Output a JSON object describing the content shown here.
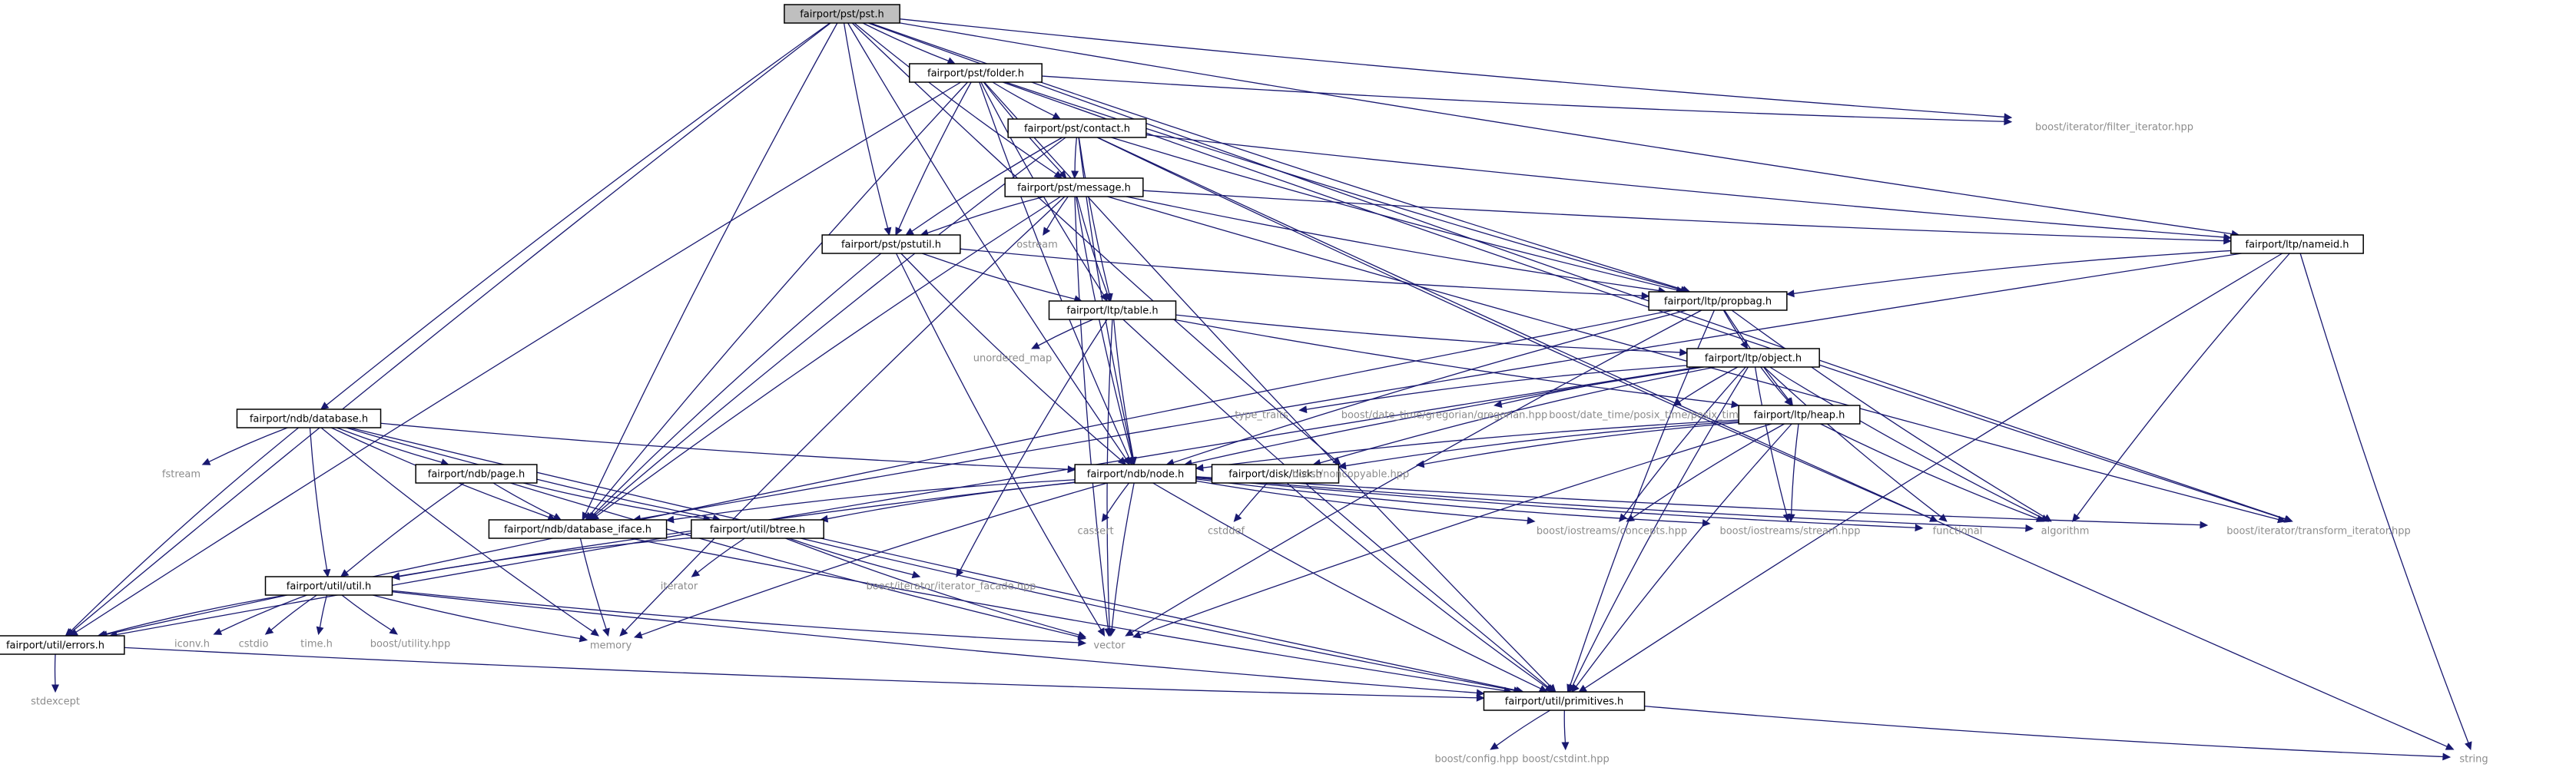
{
  "colors": {
    "edge": "#191970",
    "node_border": "#000000",
    "node_fill": "#ffffff",
    "root_fill": "#bfbfbf",
    "external_text": "#8c8c8c"
  },
  "nodes": [
    {
      "id": "pst",
      "label": "fairport/pst/pst.h",
      "kind": "root"
    },
    {
      "id": "folder",
      "label": "fairport/pst/folder.h",
      "kind": "boxed"
    },
    {
      "id": "filter_iter",
      "label": "boost/iterator/filter_iterator.hpp",
      "kind": "plain"
    },
    {
      "id": "contact",
      "label": "fairport/pst/contact.h",
      "kind": "boxed"
    },
    {
      "id": "message",
      "label": "fairport/pst/message.h",
      "kind": "boxed"
    },
    {
      "id": "ostream",
      "label": "ostream",
      "kind": "plain"
    },
    {
      "id": "pstutil",
      "label": "fairport/pst/pstutil.h",
      "kind": "boxed"
    },
    {
      "id": "nameid",
      "label": "fairport/ltp/nameid.h",
      "kind": "boxed"
    },
    {
      "id": "propbag",
      "label": "fairport/ltp/propbag.h",
      "kind": "boxed"
    },
    {
      "id": "table",
      "label": "fairport/ltp/table.h",
      "kind": "boxed"
    },
    {
      "id": "unordered_map",
      "label": "unordered_map",
      "kind": "plain"
    },
    {
      "id": "object",
      "label": "fairport/ltp/object.h",
      "kind": "boxed"
    },
    {
      "id": "type_traits",
      "label": "type_traits",
      "kind": "plain"
    },
    {
      "id": "gregorian",
      "label": "boost/date_time/gregorian/gregorian.hpp",
      "kind": "plain"
    },
    {
      "id": "posix_time",
      "label": "boost/date_time/posix_time/posix_time.hpp",
      "kind": "plain"
    },
    {
      "id": "heap",
      "label": "fairport/ltp/heap.h",
      "kind": "boxed"
    },
    {
      "id": "database",
      "label": "fairport/ndb/database.h",
      "kind": "boxed"
    },
    {
      "id": "fstream",
      "label": "fstream",
      "kind": "plain"
    },
    {
      "id": "page",
      "label": "fairport/ndb/page.h",
      "kind": "boxed"
    },
    {
      "id": "node",
      "label": "fairport/ndb/node.h",
      "kind": "boxed"
    },
    {
      "id": "disk",
      "label": "fairport/disk/disk.h",
      "kind": "boxed"
    },
    {
      "id": "noncopyable",
      "label": "boost/noncopyable.hpp",
      "kind": "plain"
    },
    {
      "id": "db_iface",
      "label": "fairport/ndb/database_iface.h",
      "kind": "boxed"
    },
    {
      "id": "btree",
      "label": "fairport/util/btree.h",
      "kind": "boxed"
    },
    {
      "id": "cassert",
      "label": "cassert",
      "kind": "plain"
    },
    {
      "id": "cstddef",
      "label": "cstddef",
      "kind": "plain"
    },
    {
      "id": "concepts",
      "label": "boost/iostreams/concepts.hpp",
      "kind": "plain"
    },
    {
      "id": "stream",
      "label": "boost/iostreams/stream.hpp",
      "kind": "plain"
    },
    {
      "id": "functional",
      "label": "functional",
      "kind": "plain"
    },
    {
      "id": "algorithm",
      "label": "algorithm",
      "kind": "plain"
    },
    {
      "id": "transform_iter",
      "label": "boost/iterator/transform_iterator.hpp",
      "kind": "plain"
    },
    {
      "id": "util",
      "label": "fairport/util/util.h",
      "kind": "boxed"
    },
    {
      "id": "iterator",
      "label": "iterator",
      "kind": "plain"
    },
    {
      "id": "iter_facade",
      "label": "boost/iterator/iterator_facade.hpp",
      "kind": "plain"
    },
    {
      "id": "iconv",
      "label": "iconv.h",
      "kind": "plain"
    },
    {
      "id": "cstdio",
      "label": "cstdio",
      "kind": "plain"
    },
    {
      "id": "time_h",
      "label": "time.h",
      "kind": "plain"
    },
    {
      "id": "utility",
      "label": "boost/utility.hpp",
      "kind": "plain"
    },
    {
      "id": "memory",
      "label": "memory",
      "kind": "plain"
    },
    {
      "id": "vector",
      "label": "vector",
      "kind": "plain"
    },
    {
      "id": "errors",
      "label": "fairport/util/errors.h",
      "kind": "boxed"
    },
    {
      "id": "stdexcept",
      "label": "stdexcept",
      "kind": "plain"
    },
    {
      "id": "primitives",
      "label": "fairport/util/primitives.h",
      "kind": "boxed"
    },
    {
      "id": "config",
      "label": "boost/config.hpp",
      "kind": "plain"
    },
    {
      "id": "cstdint",
      "label": "boost/cstdint.hpp",
      "kind": "plain"
    },
    {
      "id": "string",
      "label": "string",
      "kind": "plain"
    }
  ],
  "edges": [
    [
      "pst",
      "folder"
    ],
    [
      "pst",
      "filter_iter"
    ],
    [
      "pst",
      "message"
    ],
    [
      "pst",
      "pstutil"
    ],
    [
      "pst",
      "nameid"
    ],
    [
      "pst",
      "propbag"
    ],
    [
      "pst",
      "database"
    ],
    [
      "pst",
      "node"
    ],
    [
      "pst",
      "noncopyable"
    ],
    [
      "pst",
      "db_iface"
    ],
    [
      "pst",
      "errors"
    ],
    [
      "pst",
      "transform_iter"
    ],
    [
      "folder",
      "filter_iter"
    ],
    [
      "folder",
      "contact"
    ],
    [
      "folder",
      "message"
    ],
    [
      "folder",
      "pstutil"
    ],
    [
      "folder",
      "table"
    ],
    [
      "folder",
      "propbag"
    ],
    [
      "folder",
      "node"
    ],
    [
      "folder",
      "db_iface"
    ],
    [
      "folder",
      "errors"
    ],
    [
      "folder",
      "transform_iter"
    ],
    [
      "folder",
      "primitives"
    ],
    [
      "contact",
      "message"
    ],
    [
      "contact",
      "pstutil"
    ],
    [
      "contact",
      "table"
    ],
    [
      "contact",
      "propbag"
    ],
    [
      "contact",
      "node"
    ],
    [
      "contact",
      "db_iface"
    ],
    [
      "contact",
      "nameid"
    ],
    [
      "contact",
      "string"
    ],
    [
      "contact",
      "functional"
    ],
    [
      "message",
      "ostream"
    ],
    [
      "message",
      "pstutil"
    ],
    [
      "message",
      "table"
    ],
    [
      "message",
      "propbag"
    ],
    [
      "message",
      "node"
    ],
    [
      "message",
      "nameid"
    ],
    [
      "message",
      "transform_iter"
    ],
    [
      "message",
      "memory"
    ],
    [
      "message",
      "vector"
    ],
    [
      "message",
      "db_iface"
    ],
    [
      "pstutil",
      "table"
    ],
    [
      "pstutil",
      "propbag"
    ],
    [
      "pstutil",
      "node"
    ],
    [
      "pstutil",
      "db_iface"
    ],
    [
      "pstutil",
      "vector"
    ],
    [
      "nameid",
      "propbag"
    ],
    [
      "nameid",
      "algorithm"
    ],
    [
      "nameid",
      "primitives"
    ],
    [
      "nameid",
      "string"
    ],
    [
      "nameid",
      "db_iface"
    ],
    [
      "propbag",
      "object"
    ],
    [
      "propbag",
      "heap"
    ],
    [
      "propbag",
      "node"
    ],
    [
      "propbag",
      "errors"
    ],
    [
      "propbag",
      "vector"
    ],
    [
      "propbag",
      "algorithm"
    ],
    [
      "propbag",
      "primitives"
    ],
    [
      "table",
      "unordered_map"
    ],
    [
      "table",
      "object"
    ],
    [
      "table",
      "heap"
    ],
    [
      "table",
      "node"
    ],
    [
      "table",
      "iter_facade"
    ],
    [
      "table",
      "vector"
    ],
    [
      "table",
      "primitives"
    ],
    [
      "object",
      "type_traits"
    ],
    [
      "object",
      "gregorian"
    ],
    [
      "object",
      "posix_time"
    ],
    [
      "object",
      "heap"
    ],
    [
      "object",
      "node"
    ],
    [
      "object",
      "disk"
    ],
    [
      "object",
      "errors"
    ],
    [
      "object",
      "functional"
    ],
    [
      "object",
      "algorithm"
    ],
    [
      "object",
      "concepts"
    ],
    [
      "object",
      "stream"
    ],
    [
      "object",
      "primitives"
    ],
    [
      "heap",
      "node"
    ],
    [
      "heap",
      "disk"
    ],
    [
      "heap",
      "noncopyable"
    ],
    [
      "heap",
      "vector"
    ],
    [
      "heap",
      "concepts"
    ],
    [
      "heap",
      "stream"
    ],
    [
      "heap",
      "algorithm"
    ],
    [
      "heap",
      "primitives"
    ],
    [
      "database",
      "fstream"
    ],
    [
      "database",
      "page"
    ],
    [
      "database",
      "node"
    ],
    [
      "database",
      "db_iface"
    ],
    [
      "database",
      "btree"
    ],
    [
      "database",
      "util"
    ],
    [
      "database",
      "errors"
    ],
    [
      "database",
      "memory"
    ],
    [
      "database",
      "primitives"
    ],
    [
      "page",
      "db_iface"
    ],
    [
      "page",
      "btree"
    ],
    [
      "page",
      "util"
    ],
    [
      "page",
      "vector"
    ],
    [
      "node",
      "db_iface"
    ],
    [
      "node",
      "btree"
    ],
    [
      "node",
      "util"
    ],
    [
      "node",
      "cassert"
    ],
    [
      "node",
      "concepts"
    ],
    [
      "node",
      "stream"
    ],
    [
      "node",
      "functional"
    ],
    [
      "node",
      "algorithm"
    ],
    [
      "node",
      "transform_iter"
    ],
    [
      "node",
      "memory"
    ],
    [
      "node",
      "vector"
    ],
    [
      "node",
      "primitives"
    ],
    [
      "disk",
      "cstddef"
    ],
    [
      "disk",
      "primitives"
    ],
    [
      "db_iface",
      "memory"
    ],
    [
      "db_iface",
      "primitives"
    ],
    [
      "btree",
      "iterator"
    ],
    [
      "btree",
      "iter_facade"
    ],
    [
      "btree",
      "vector"
    ],
    [
      "btree",
      "util"
    ],
    [
      "btree",
      "primitives"
    ],
    [
      "util",
      "iconv"
    ],
    [
      "util",
      "cstdio"
    ],
    [
      "util",
      "time_h"
    ],
    [
      "util",
      "utility"
    ],
    [
      "util",
      "memory"
    ],
    [
      "util",
      "vector"
    ],
    [
      "util",
      "errors"
    ],
    [
      "util",
      "primitives"
    ],
    [
      "errors",
      "stdexcept"
    ],
    [
      "errors",
      "primitives"
    ],
    [
      "primitives",
      "config"
    ],
    [
      "primitives",
      "cstdint"
    ],
    [
      "primitives",
      "string"
    ]
  ]
}
